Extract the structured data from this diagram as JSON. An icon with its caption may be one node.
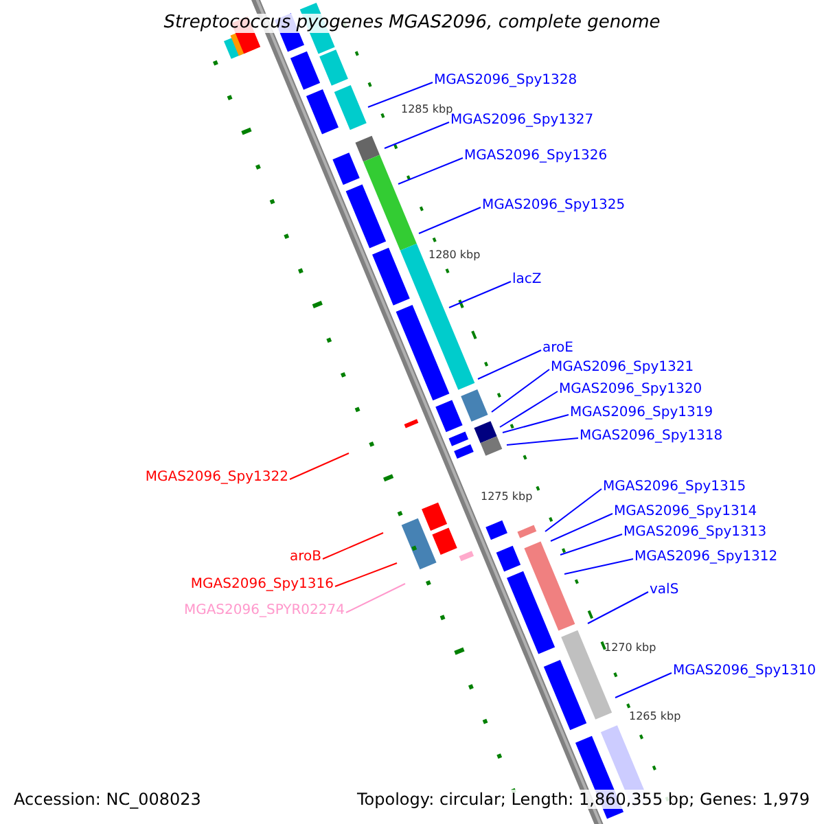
{
  "diagram": {
    "title": "Streptococcus pyogenes MGAS2096, complete genome",
    "nodes": [
      {
        "text": [
          "MGAS2096_Spy1328"
        ]
      },
      {
        "text": [
          "MGAS2096_Spy1327"
        ]
      },
      {
        "text": [
          "MGAS2096_Spy1326"
        ]
      },
      {
        "text": [
          "MGAS2096_Spy1325"
        ]
      },
      {
        "text": [
          "lacZ"
        ]
      },
      {
        "text": [
          "aroE"
        ]
      },
      {
        "text": [
          "MGAS2096_Spy1321"
        ]
      },
      {
        "text": [
          "MGAS2096_Spy1320"
        ]
      },
      {
        "text": [
          "MGAS2096_Spy1319"
        ]
      },
      {
        "text": [
          "MGAS2096_Spy1318"
        ]
      },
      {
        "text": [
          "MGAS2096_Spy1322"
        ]
      },
      {
        "text": [
          "MGAS2096_Spy1315"
        ]
      },
      {
        "text": [
          "MGAS2096_Spy1314"
        ]
      },
      {
        "text": [
          "MGAS2096_Spy1313"
        ]
      },
      {
        "text": [
          "aroB"
        ]
      },
      {
        "text": [
          "MGAS2096_Spy1312"
        ]
      },
      {
        "text": [
          "MGAS2096_Spy1316"
        ]
      },
      {
        "text": [
          "MGAS2096_SPYR02274"
        ]
      },
      {
        "text": [
          "valS"
        ]
      },
      {
        "text": [
          "MGAS2096_Spy1310"
        ]
      }
    ],
    "edges": [
      {
        "from": 0,
        "to": null,
        "arrow": "none"
      },
      {
        "from": 1,
        "to": null,
        "arrow": "none"
      },
      {
        "from": 2,
        "to": null,
        "arrow": "none"
      },
      {
        "from": 3,
        "to": null,
        "arrow": "none"
      },
      {
        "from": 4,
        "to": null,
        "arrow": "none"
      },
      {
        "from": 5,
        "to": null,
        "arrow": "none"
      },
      {
        "from": 6,
        "to": null,
        "arrow": "none"
      },
      {
        "from": 7,
        "to": null,
        "arrow": "none"
      },
      {
        "from": 8,
        "to": null,
        "arrow": "none"
      },
      {
        "from": 9,
        "to": null,
        "arrow": "none"
      },
      {
        "from": 10,
        "to": null,
        "arrow": "none",
        "color": "#ff0000"
      },
      {
        "from": 11,
        "to": null,
        "arrow": "none"
      },
      {
        "from": 12,
        "to": null,
        "arrow": "none"
      },
      {
        "from": 13,
        "to": null,
        "arrow": "none"
      },
      {
        "from": 14,
        "to": null,
        "arrow": "none",
        "color": "#ff0000"
      },
      {
        "from": 15,
        "to": null,
        "arrow": "none"
      },
      {
        "from": 16,
        "to": null,
        "arrow": "none",
        "color": "#ff0000"
      },
      {
        "from": 17,
        "to": null,
        "arrow": "none",
        "color": "#ff99cc"
      },
      {
        "from": 18,
        "to": null,
        "arrow": "none"
      },
      {
        "from": 19,
        "to": null,
        "arrow": "none"
      }
    ],
    "labels": [
      "1285 kbp",
      "1280 kbp",
      "1275 kbp",
      "1270 kbp",
      "1265 kbp",
      "Accession: NC_008023",
      "Topology: circular; Length: 1,860,355 bp; Genes: 1,979"
    ]
  }
}
